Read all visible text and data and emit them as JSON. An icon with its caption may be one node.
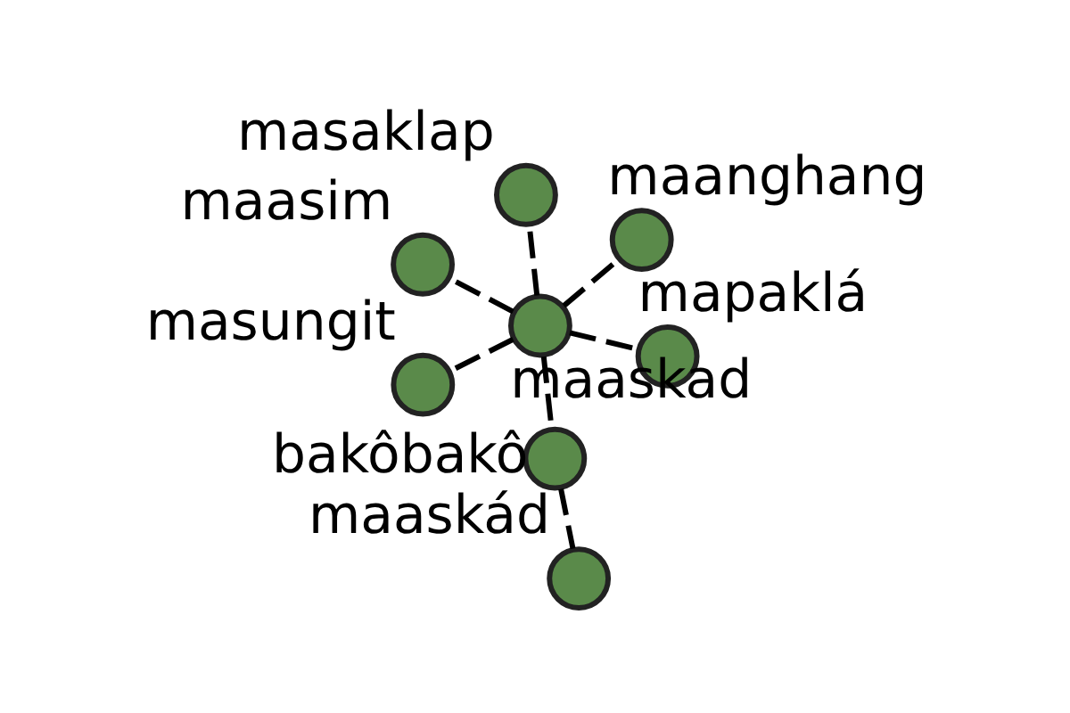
{
  "diagram": {
    "nodes": [
      {
        "text": [
          "masungit"
        ]
      },
      {
        "text": [
          "mapaklá"
        ]
      },
      {
        "text": [
          "maaskad"
        ]
      },
      {
        "text": [
          "masaklap"
        ]
      },
      {
        "text": [
          "maanghang"
        ]
      },
      {
        "text": [
          "maasim"
        ]
      },
      {
        "text": [
          "bakôbakô"
        ]
      },
      {
        "text": [
          "maaskád"
        ]
      }
    ],
    "edges": [
      {
        "from": 2,
        "to": 0,
        "arrow": "none",
        "style": "dashed"
      },
      {
        "from": 2,
        "to": 1,
        "arrow": "none",
        "style": "dashed"
      },
      {
        "from": 2,
        "to": 3,
        "arrow": "none",
        "style": "dashed"
      },
      {
        "from": 2,
        "to": 4,
        "arrow": "none",
        "style": "dashed"
      },
      {
        "from": 2,
        "to": 5,
        "arrow": "none",
        "style": "dashed"
      },
      {
        "from": 2,
        "to": 6,
        "arrow": "none",
        "style": "dashed"
      },
      {
        "from": 6,
        "to": 7,
        "arrow": "none",
        "style": "dashed"
      }
    ]
  }
}
